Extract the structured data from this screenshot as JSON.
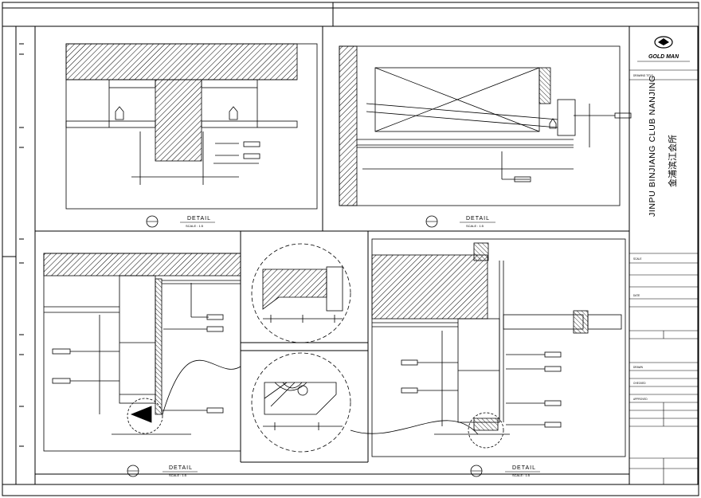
{
  "title_block": {
    "logo_text": "GOLD MAN",
    "project_en": "JINPU BINJIANG CLUB NANJING",
    "project_cn": "金浦滨江会所",
    "small_labels": [
      "DRAWING TITLE",
      "SCALE",
      "DATE",
      "DRAWN",
      "CHECKED",
      "APPROVED"
    ]
  },
  "details": [
    {
      "label": "DETAIL",
      "scale": "SCALE : 1:5"
    },
    {
      "label": "DETAIL",
      "scale": "SCALE : 1:5"
    },
    {
      "label": "DETAIL",
      "scale": "SCALE : 1:5"
    },
    {
      "label": "DETAIL",
      "scale": "SCALE : 1:5"
    }
  ]
}
